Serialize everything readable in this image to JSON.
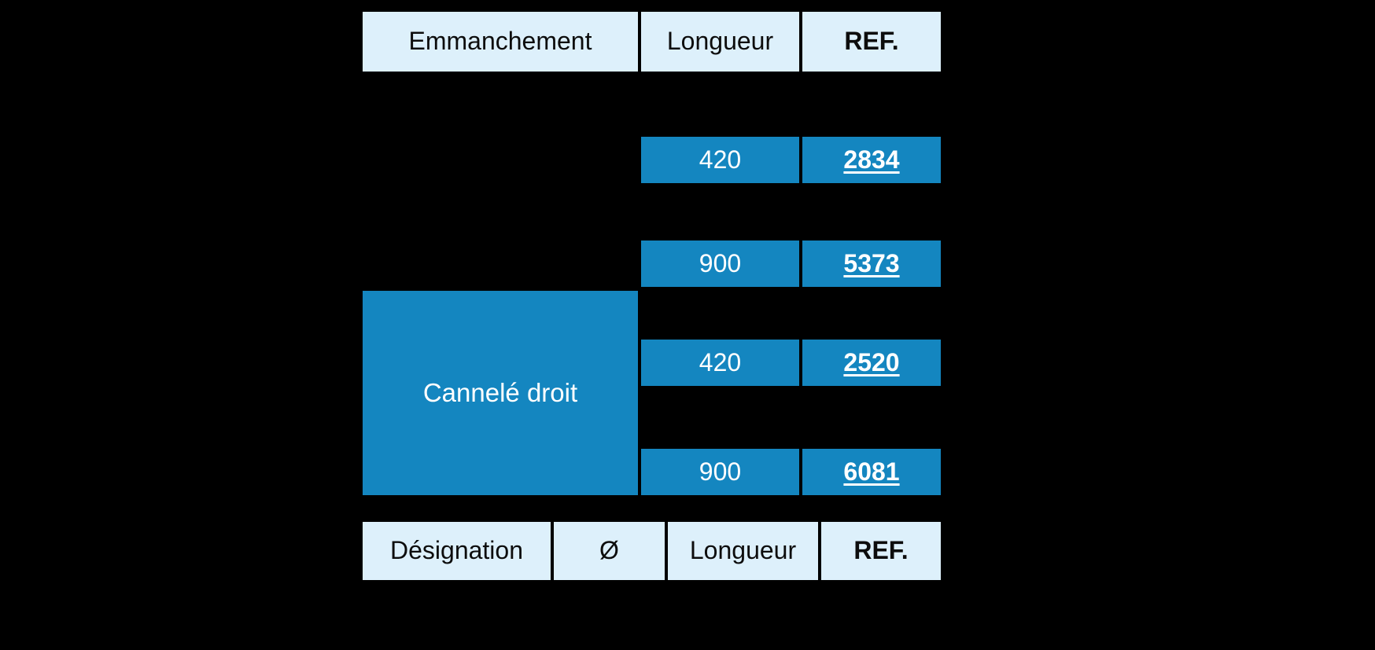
{
  "page": {
    "background_color": "#000000",
    "header_fill": "#ddf0fb",
    "accent_fill": "#1486c0",
    "header_text_color": "#0d0d0d",
    "accent_text_color": "#ffffff"
  },
  "top_header": {
    "columns": [
      {
        "label": "Emmanchement",
        "bold": false
      },
      {
        "label": "Longueur",
        "bold": false
      },
      {
        "label": "REF.",
        "bold": true
      }
    ]
  },
  "bottom_header": {
    "columns": [
      {
        "label": "Désignation",
        "bold": false
      },
      {
        "label": "Ø",
        "bold": false
      },
      {
        "label": "Longueur",
        "bold": false
      },
      {
        "label": "REF.",
        "bold": true
      }
    ]
  },
  "designation": {
    "label": "Cannelé droit"
  },
  "rows": [
    {
      "longueur": "420",
      "ref": "2834"
    },
    {
      "longueur": "900",
      "ref": "5373"
    },
    {
      "longueur": "420",
      "ref": "2520"
    },
    {
      "longueur": "900",
      "ref": "6081"
    }
  ]
}
